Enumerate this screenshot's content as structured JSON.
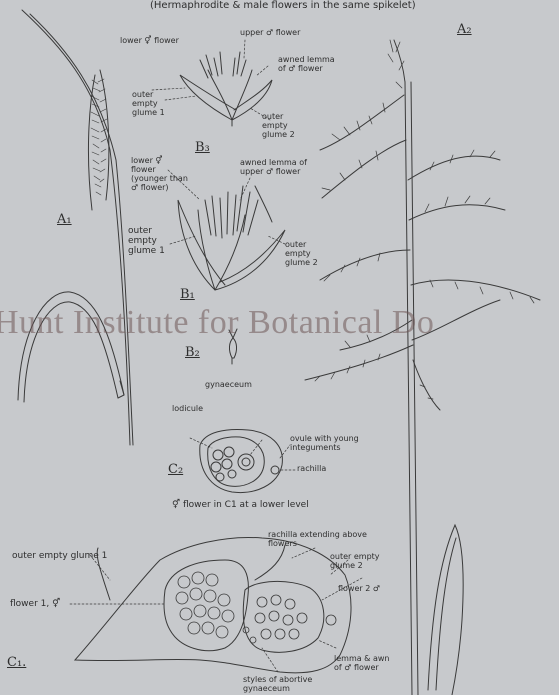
{
  "header": {
    "text": "(Hermaphrodite & male flowers in the same spikelet)"
  },
  "figures": {
    "A1": "A₁",
    "A2": "A₂",
    "B1": "B₁",
    "B2": "B₂",
    "B3": "B₃",
    "C1": "C₁.",
    "C2": "C₂"
  },
  "labels": {
    "b3_lower_flower": "lower ⚥ flower",
    "b3_upper_flower": "upper ♂ flower",
    "b3_awned_lemma": "awned lemma of ♂ flower",
    "b3_outer_glume1": "outer empty glume 1",
    "b3_outer_glume2": "outer empty glume 2",
    "b1_lower_flower": "lower ⚥ flower (younger than ♂ flower)",
    "b1_awned_lemma": "awned lemma of upper ♂ flower",
    "b1_outer_glume1": "outer empty glume 1",
    "b1_outer_glume2": "outer empty glume 2",
    "b2_gynaeceum": "gynaeceum",
    "c2_lodicule": "lodicule",
    "c2_ovule": "ovule with young integuments",
    "c2_rachilla": "rachilla",
    "c2_caption": "⚥ flower in C1 at a lower level",
    "c1_rachilla": "rachilla extending above flowers",
    "c1_outer_glume2": "outer empty glume 2",
    "c1_outer_glume1": "outer empty glume 1",
    "c1_flower1": "flower 1, ⚥",
    "c1_flower2": "flower 2 ♂",
    "c1_lemma": "lemma & awn of ♂ flower",
    "c1_styles": "styles of abortive gynaeceum"
  },
  "watermark": "Hunt Institute for Botanical Do"
}
